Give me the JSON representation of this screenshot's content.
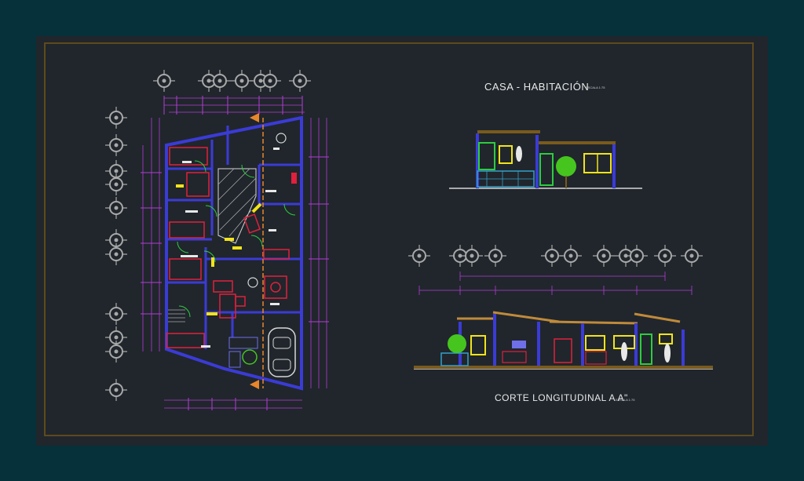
{
  "drawing": {
    "title_elevation": "CASA - HABITACIÓN",
    "scale_elevation": "ESCALA 1:75",
    "title_section": "CORTE LONGITUDINAL  A A\"",
    "scale_section": "ESCALA 1:75"
  },
  "colors": {
    "background": "#06303a",
    "sheet": "#20262c",
    "frame": "#5e4a1c",
    "walls": "#3b3bd6",
    "dimensions": "#b43cd6",
    "furniture_red": "#e0203c",
    "doors_green": "#2ecc40",
    "windows_yellow": "#f2e31a",
    "axis_marker": "#a8a8a8",
    "section_line": "#e8862a",
    "trees": "#46c51f",
    "stone_base": "#34a0c8"
  },
  "icons": [
    "grid-axis-marker-icon",
    "section-arrow-icon",
    "tree-icon",
    "car-icon"
  ]
}
